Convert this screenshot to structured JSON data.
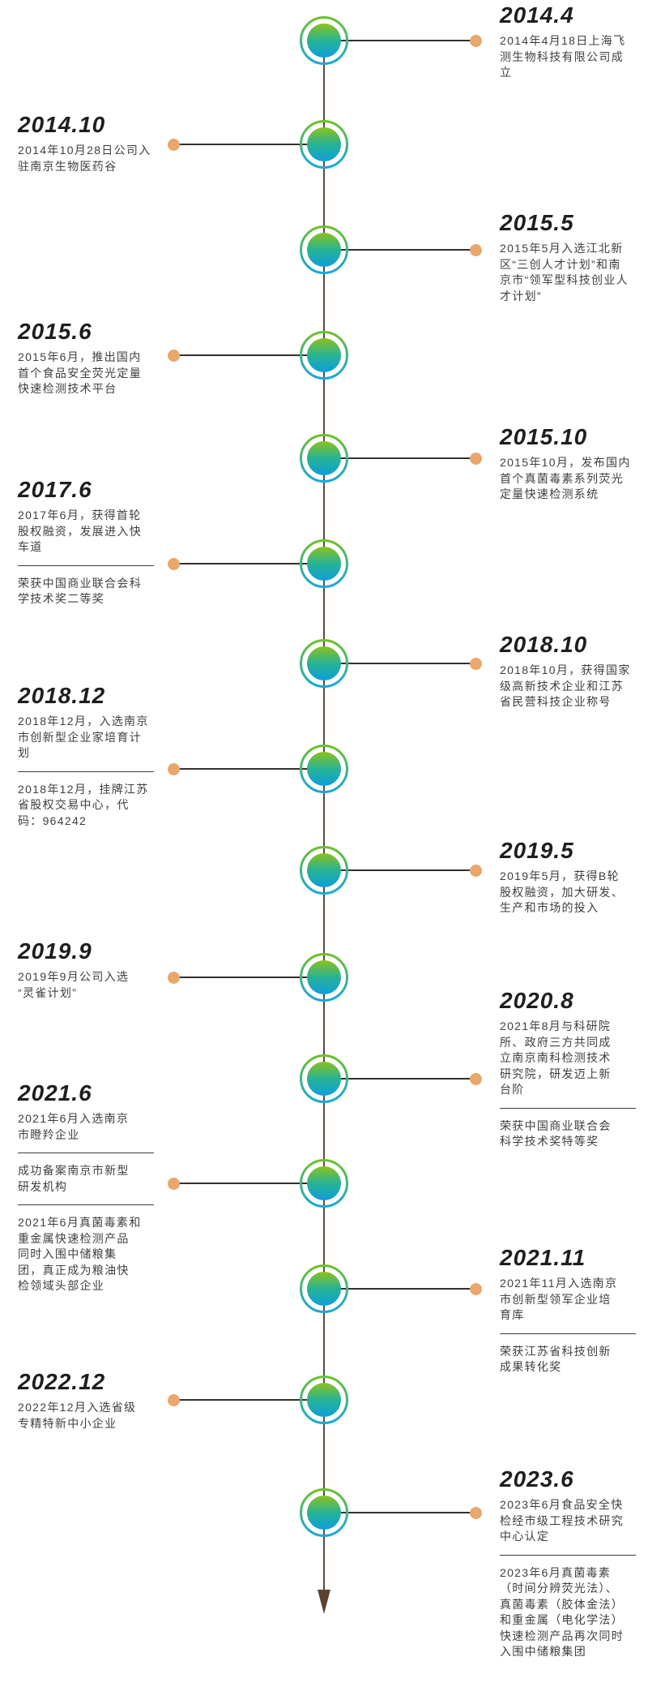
{
  "colors": {
    "background": "#ffffff",
    "date_text": "#1e1e1e",
    "body_text": "#3f3f3f",
    "connector": "#35302c",
    "axis": "#5c4a3a",
    "arrow": "#5a4331",
    "dot": "#eaa76c",
    "divider": "#3d3d3d",
    "node_top": "#8cc21d",
    "node_mid": "#27b394",
    "node_bottom": "#0d9fdb",
    "ring_top": "#6ec02c",
    "ring_bottom": "#17a8dc"
  },
  "icons": {
    "node": "gradient-circle-node-icon",
    "dot": "connector-endpoint-dot",
    "arrow": "down-arrow-icon"
  },
  "timeline": {
    "entries": [
      {
        "date": "2014.4",
        "side": "right",
        "sections": [
          "2014年4月18日上海飞\n测生物科技有限公司成\n立"
        ]
      },
      {
        "date": "2014.10",
        "side": "left",
        "sections": [
          "2014年10月28日公司入\n驻南京生物医药谷"
        ]
      },
      {
        "date": "2015.5",
        "side": "right",
        "sections": [
          "2015年5月入选江北新\n区“三创人才计划”和南\n京市“领军型科技创业人\n才计划”"
        ]
      },
      {
        "date": "2015.6",
        "side": "left",
        "sections": [
          "2015年6月，推出国内\n首个食品安全荧光定量\n快速检测技术平台"
        ]
      },
      {
        "date": "2015.10",
        "side": "right",
        "sections": [
          "2015年10月，发布国内\n首个真菌毒素系列荧光\n定量快速检测系统"
        ]
      },
      {
        "date": "2017.6",
        "side": "left",
        "sections": [
          "2017年6月，获得首轮\n股权融资，发展进入快\n车道",
          "荣获中国商业联合会科\n学技术奖二等奖"
        ]
      },
      {
        "date": "2018.10",
        "side": "right",
        "sections": [
          "2018年10月，获得国家\n级高新技术企业和江苏\n省民营科技企业称号"
        ]
      },
      {
        "date": "2018.12",
        "side": "left",
        "sections": [
          "2018年12月，入选南京\n市创新型企业家培育计\n划",
          "2018年12月，挂牌江苏\n省股权交易中心，代\n码：964242"
        ]
      },
      {
        "date": "2019.5",
        "side": "right",
        "sections": [
          "2019年5月，获得B轮\n股权融资，加大研发、\n生产和市场的投入"
        ]
      },
      {
        "date": "2019.9",
        "side": "left",
        "sections": [
          "2019年9月公司入选\n“灵雀计划”"
        ]
      },
      {
        "date": "2020.8",
        "side": "right",
        "sections": [
          "2021年8月与科研院\n所、政府三方共同成\n立南京南科检测技术\n研究院，研发迈上新\n台阶",
          "荣获中国商业联合会\n科学技术奖特等奖"
        ]
      },
      {
        "date": "2021.6",
        "side": "left",
        "sections": [
          "2021年6月入选南京\n市瞪羚企业",
          "成功备案南京市新型\n研发机构",
          "2021年6月真菌毒素和\n重金属快速检测产品\n同时入围中储粮集\n团，真正成为粮油快\n检领域头部企业"
        ]
      },
      {
        "date": "2021.11",
        "side": "right",
        "sections": [
          "2021年11月入选南京\n市创新型领军企业培\n育库",
          "荣获江苏省科技创新\n成果转化奖"
        ]
      },
      {
        "date": "2022.12",
        "side": "left",
        "sections": [
          "2022年12月入选省级\n专精特新中小企业"
        ]
      },
      {
        "date": "2023.6",
        "side": "right",
        "sections": [
          "2023年6月食品安全快\n检经市级工程技术研究\n中心认定",
          "2023年6月真菌毒素\n（时间分辨荧光法）、\n真菌毒素（胶体金法）\n和重金属（电化学法）\n快速检测产品再次同时\n入围中储粮集团"
        ]
      }
    ]
  }
}
